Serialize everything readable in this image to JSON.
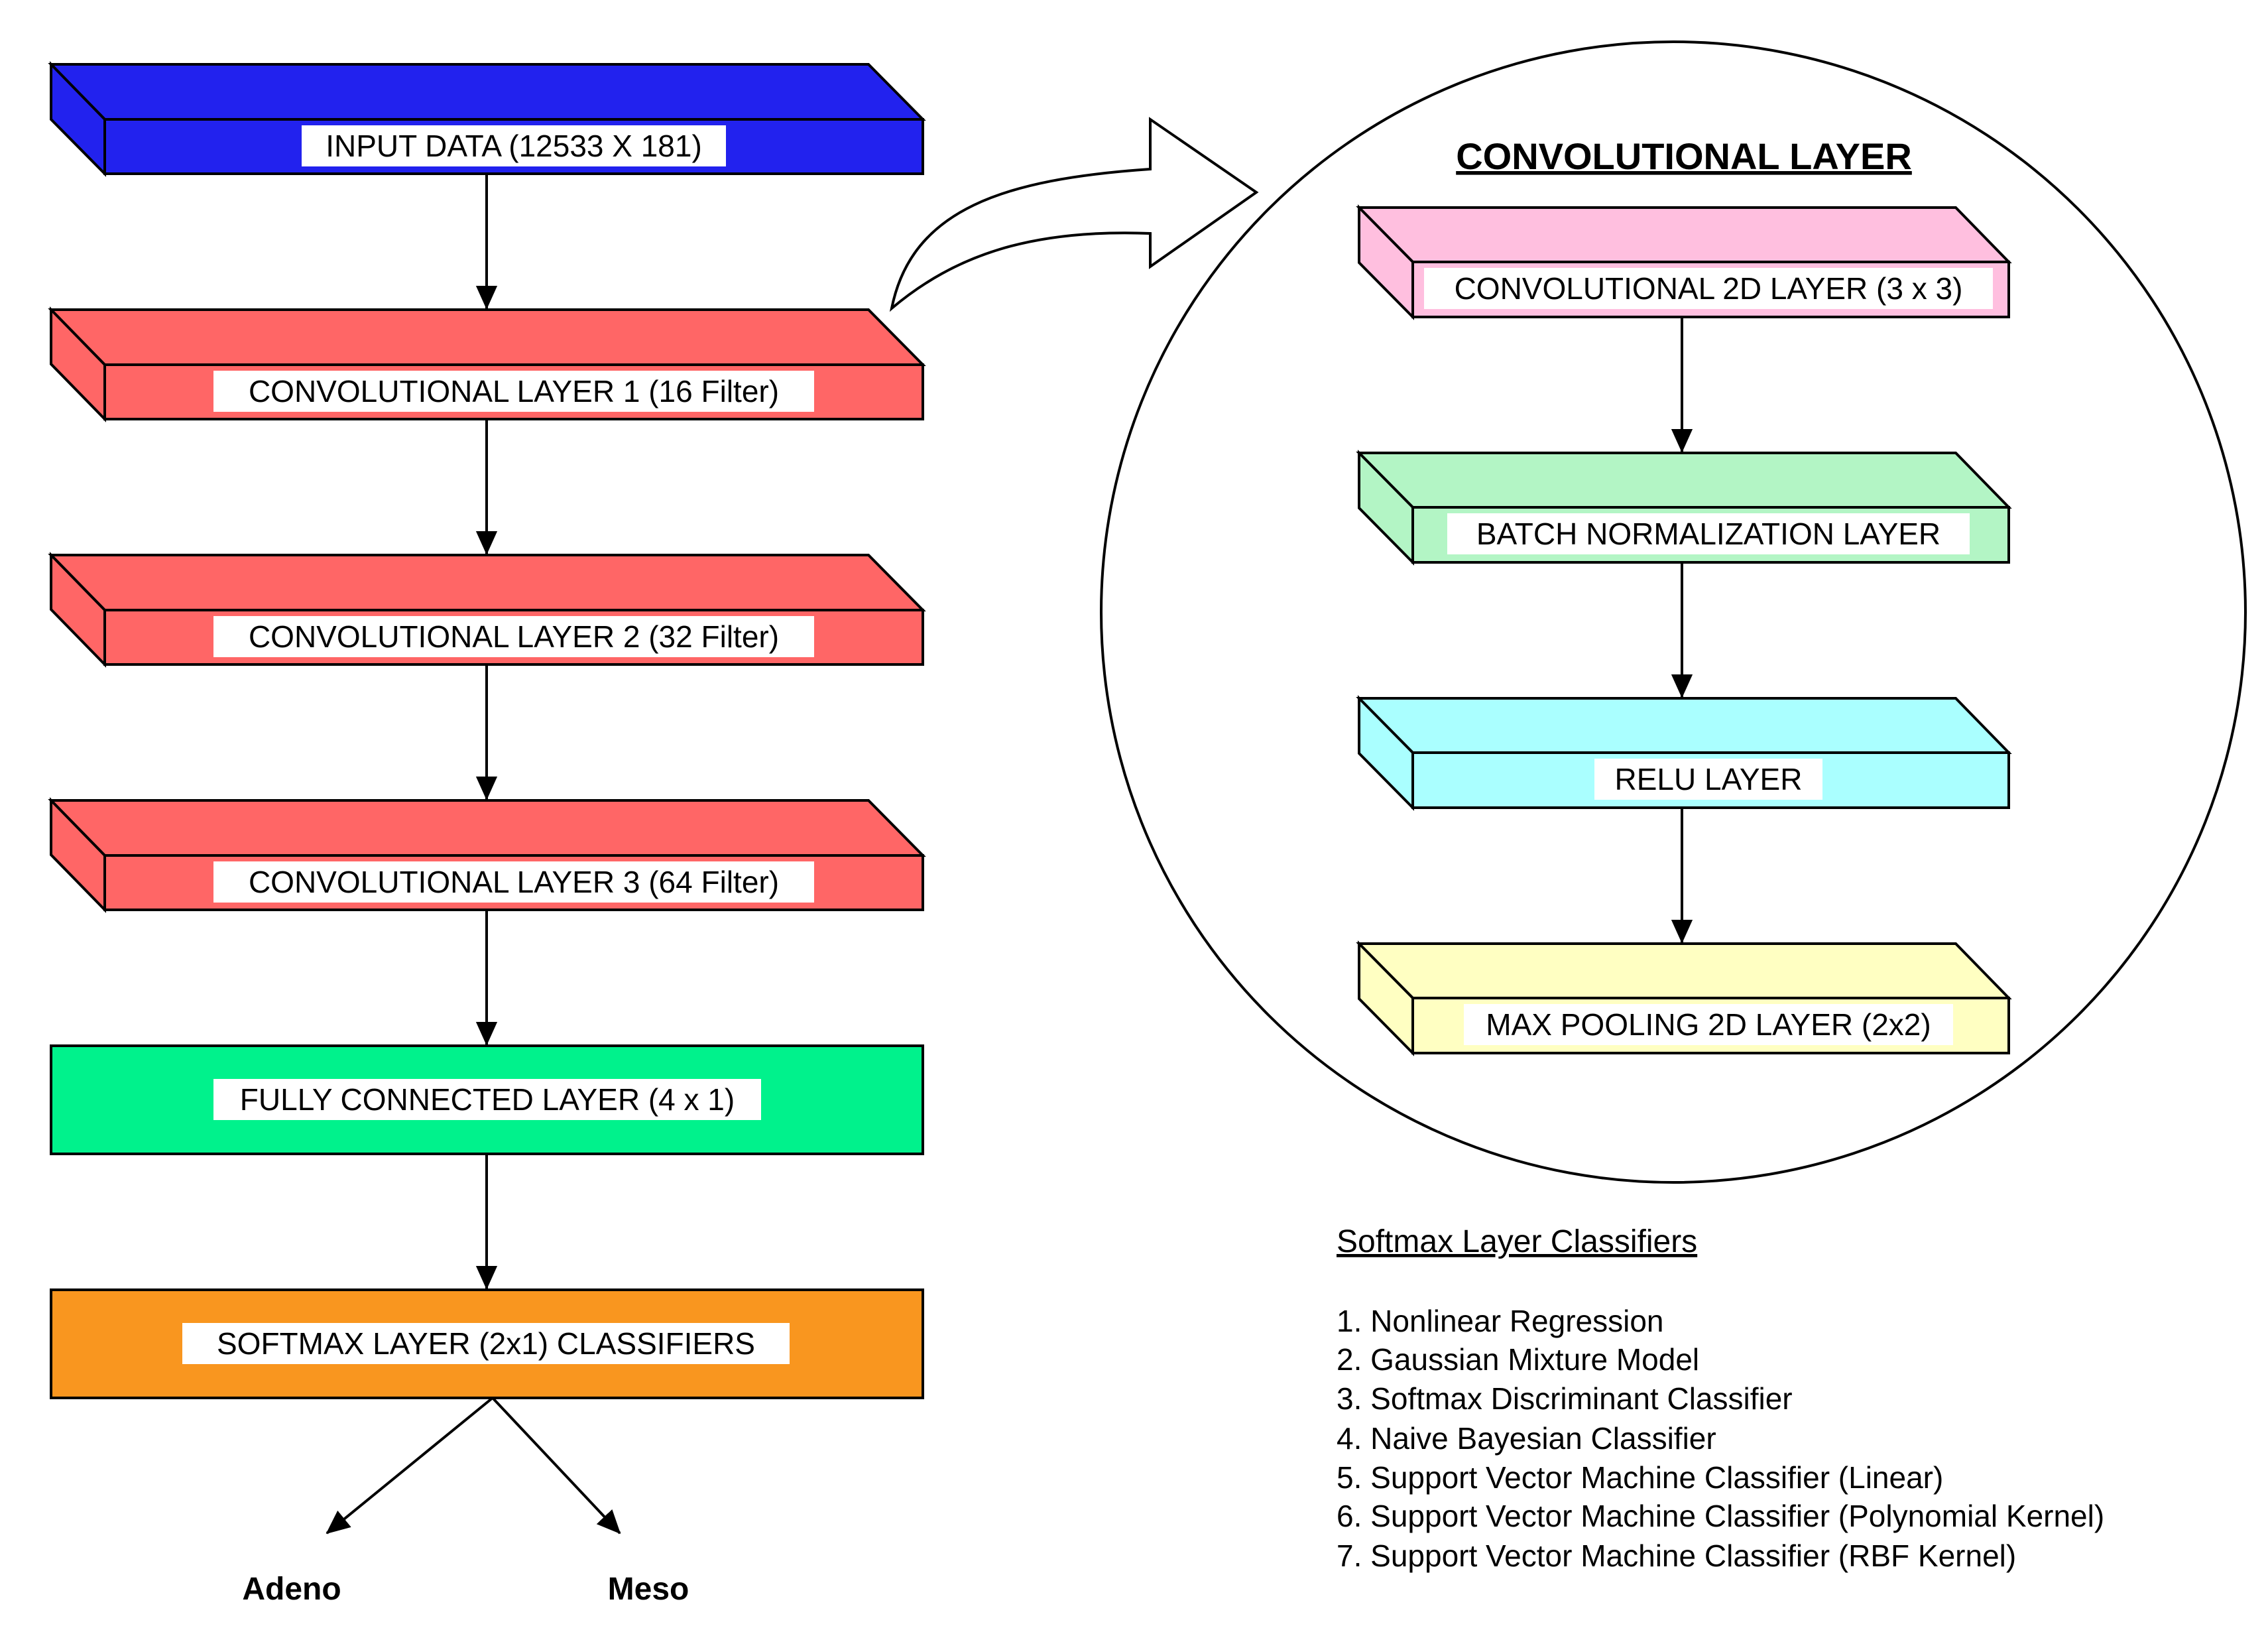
{
  "left_stack": {
    "input": {
      "label": "INPUT DATA (12533 X 181)",
      "color": "#2222ee"
    },
    "conv1": {
      "label": "CONVOLUTIONAL LAYER 1 (16 Filter)",
      "color": "#ff6666"
    },
    "conv2": {
      "label": "CONVOLUTIONAL LAYER 2 (32 Filter)",
      "color": "#ff6666"
    },
    "conv3": {
      "label": "CONVOLUTIONAL LAYER 3 (64 Filter)",
      "color": "#ff6666"
    },
    "fc": {
      "label": "FULLY CONNECTED LAYER (4 x 1)",
      "color": "#00f28c"
    },
    "softmax": {
      "label": "SOFTMAX  LAYER (2x1) CLASSIFIERS",
      "color": "#f9961f"
    }
  },
  "outputs": {
    "left": "Adeno",
    "right": "Meso"
  },
  "conv_detail": {
    "title": "CONVOLUTIONAL LAYER",
    "conv2d": {
      "label": "CONVOLUTIONAL 2D LAYER (3 x 3)",
      "color": "#ffbfdf"
    },
    "batchnorm": {
      "label": "BATCH NORMALIZATION LAYER",
      "color": "#b3f5c5"
    },
    "relu": {
      "label": "RELU LAYER",
      "color": "#aaffff"
    },
    "maxpool": {
      "label": "MAX POOLING 2D LAYER (2x2)",
      "color": "#ffffc2"
    }
  },
  "classifiers": {
    "title": "Softmax Layer Classifiers",
    "items": [
      "1. Nonlinear Regression",
      "2. Gaussian Mixture Model",
      "3. Softmax Discriminant Classifier",
      "4. Naive Bayesian Classifier",
      "5. Support Vector Machine Classifier (Linear)",
      "6. Support Vector Machine Classifier (Polynomial Kernel)",
      "7. Support Vector Machine Classifier (RBF Kernel)"
    ]
  }
}
